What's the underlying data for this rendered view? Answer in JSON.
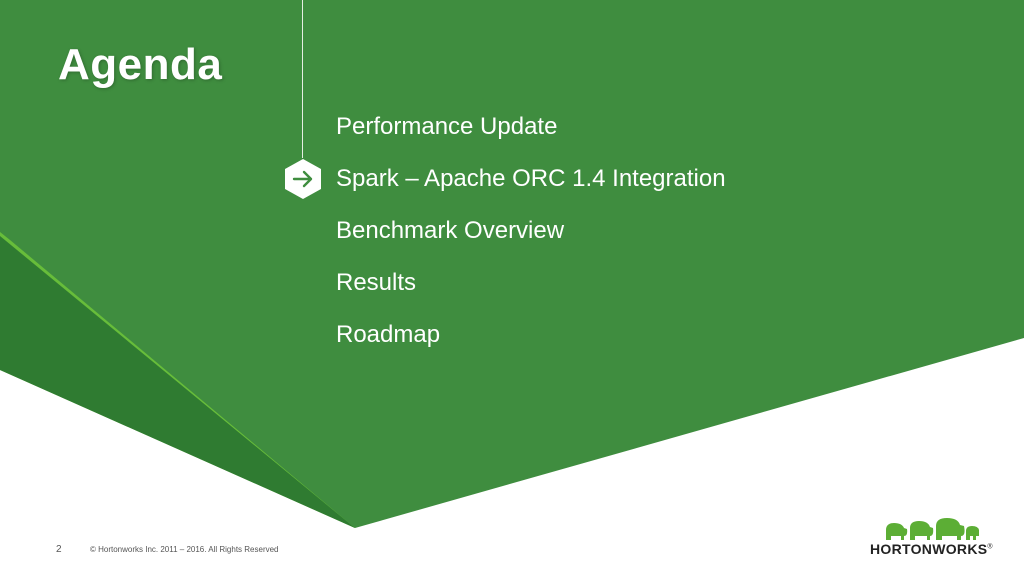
{
  "slide": {
    "title": "Agenda",
    "items": [
      "Performance Update",
      "Spark – Apache ORC 1.4 Integration",
      "Benchmark Overview",
      "Results",
      "Roadmap"
    ],
    "active_index": 1,
    "page_number": "2",
    "copyright": "© Hortonworks Inc. 2011 – 2016. All Rights Reserved",
    "logo_text": "HORTONWORKS",
    "logo_mark": "®"
  },
  "icons": {
    "current_item": "arrow-right-icon",
    "logo": "elephants-icon"
  },
  "colors": {
    "green_main": "#3f8c3f",
    "green_dark": "#2f7a31",
    "green_accent": "#66bb3a",
    "text_light": "#ffffff",
    "text_footer": "#555555"
  }
}
